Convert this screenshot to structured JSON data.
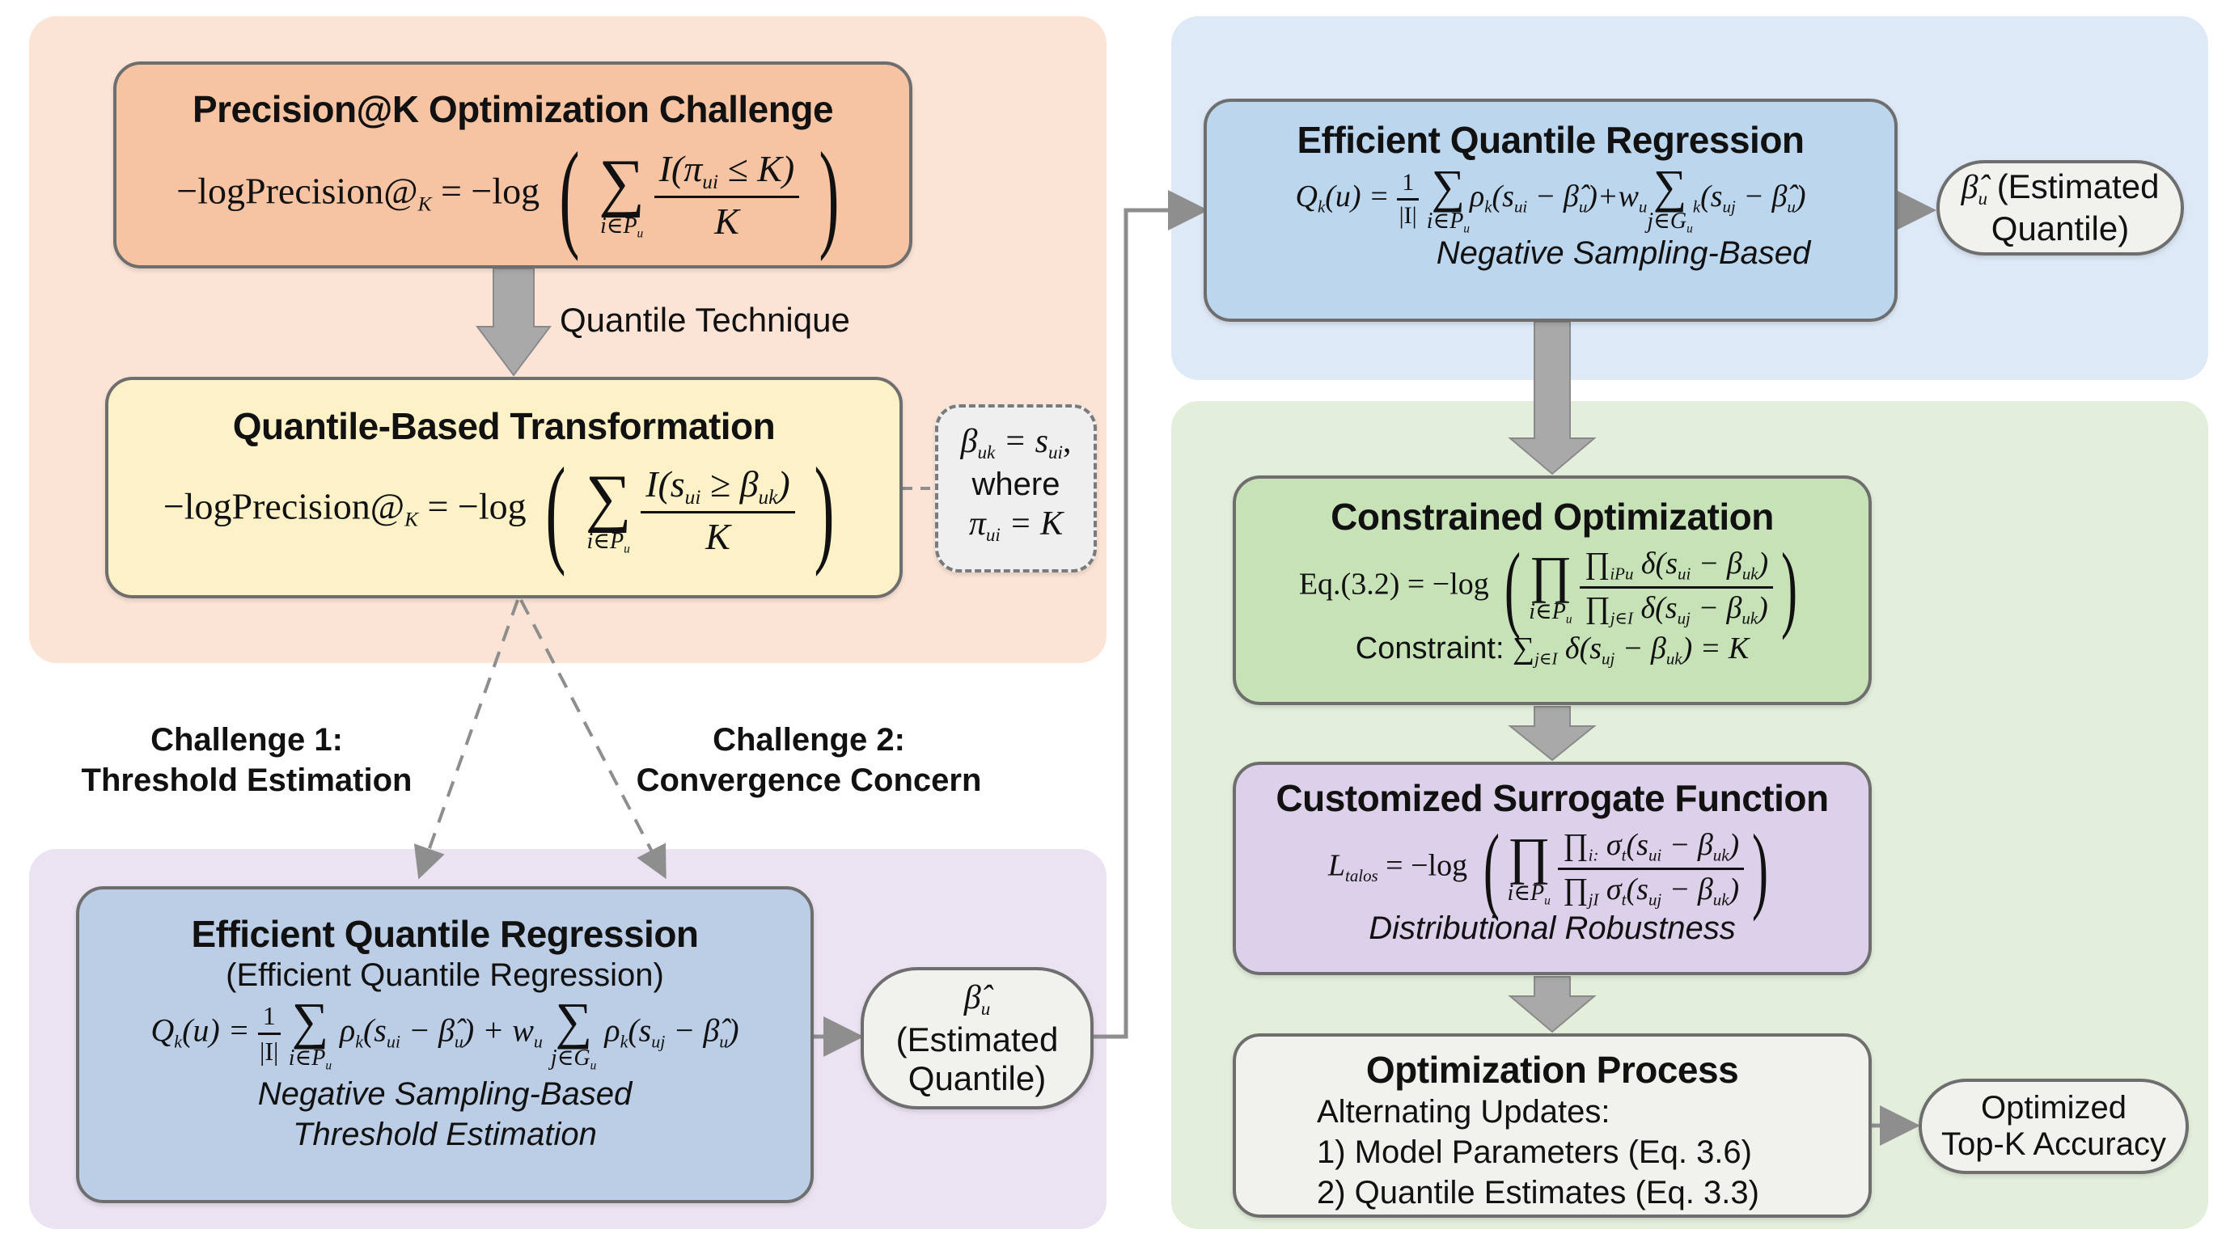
{
  "colors": {
    "panel_orange": "#fbe4d6",
    "panel_blue": "#dde9f6",
    "panel_purple": "#ebe2f2",
    "panel_green": "#e3eedb",
    "box_orange": "#f6c3a3",
    "box_yellow": "#fdf1c8",
    "box_blue": "#bccde6",
    "box_blue_right": "#bcd6ee",
    "box_green": "#c8e2b8",
    "box_purple": "#dcd0ea",
    "box_gray": "#f1f1ee",
    "arrow_gray": "#a9a9a9"
  },
  "precision_box": {
    "title": "Precision@K Optimization Challenge",
    "lhs": "−logPrecision@",
    "lhs_sub": "K",
    "eq": " = −log",
    "sum_limit": "i∈P",
    "sum_limit_sub": "u",
    "numerator": "I(π",
    "numerator_sub": "ui",
    "numerator_rest": " ≤ K)",
    "denominator": "K"
  },
  "arrow_label": "Quantile Technique",
  "quantile_box": {
    "title": "Quantile-Based Transformation",
    "lhs": "−logPrecision@",
    "lhs_sub": "K",
    "eq": " = −log",
    "sum_limit": "i∈P",
    "sum_limit_sub": "u",
    "numerator": "I(s",
    "numerator_sub": "ui",
    "numerator_mid": " ≥ β",
    "numerator_sub2": "uk",
    "numerator_rest": ")",
    "denominator": "K"
  },
  "note_box": {
    "line1_a": "β",
    "line1_a_sub": "uk",
    "line1_b": " = s",
    "line1_b_sub": "ui",
    "line1_c": ",",
    "line2": "where",
    "line3_a": "π",
    "line3_a_sub": "ui",
    "line3_b": " = K"
  },
  "challenges": [
    {
      "line1": "Challenge 1:",
      "line2": "Threshold Estimation"
    },
    {
      "line1": "Challenge 2:",
      "line2": "Convergence Concern"
    }
  ],
  "eqr_left": {
    "title": "Efficient Quantile Regression",
    "subtitle": "(Efficient Quantile Regression)",
    "formula": {
      "lhs": "Q",
      "lhs_sub": "k",
      "lhs_arg": "(u) = ",
      "frac_num": "1",
      "frac_den": "|I|",
      "sum1_limit": "i∈P",
      "sum1_limit_sub": "u",
      "term1": "ρ",
      "term1_sub": "k",
      "term1_arg": "(s",
      "term1_arg_sub": "ui",
      "term1_tail": " − β̂",
      "term1_tail_sub": "u",
      "term1_close": ")",
      "plus": " + w",
      "plus_sub": "u",
      "sum2_limit": "j∈G",
      "sum2_limit_sub": "u",
      "term2": "ρ",
      "term2_sub": "k",
      "term2_arg": "(s",
      "term2_arg_sub": "uj",
      "term2_tail": " − β̂",
      "term2_tail_sub": "u",
      "term2_close": ")"
    },
    "caption_line1": "Negative Sampling-Based",
    "caption_line2": "Threshold Estimation"
  },
  "estimated_left": {
    "symbol": "β̂",
    "symbol_sub": "u",
    "line1": "(Estimated",
    "line2": "Quantile)"
  },
  "eqr_right": {
    "title": "Efficient Quantile Regression",
    "formula": {
      "lhs": "Q",
      "lhs_sub": "k",
      "lhs_arg": "(u) = ",
      "frac_num": "1",
      "frac_den": "|I|",
      "sum1_limit": "i∈P",
      "sum1_limit_sub": "u",
      "term1": "ρ",
      "term1_sub": "k",
      "term1_arg": "(s",
      "term1_arg_sub": "ui",
      "term1_tail": " − β̂",
      "term1_tail_sub": "u",
      "term1_close": ")",
      "plus": "+w",
      "plus_sub": "u",
      "sum2_limit": "j∈G",
      "sum2_limit_sub": "u",
      "term2": "",
      "term2_sub": "k",
      "term2_arg": "(s",
      "term2_arg_sub": "uj",
      "term2_tail": " − β̂",
      "term2_tail_sub": "u",
      "term2_close": ")"
    },
    "caption": "Negative Sampling-Based"
  },
  "estimated_right": {
    "symbol": "β̂",
    "symbol_sub": "u",
    "line1": " (Estimated",
    "line2": "Quantile)"
  },
  "constrained_box": {
    "title": "Constrained Optimization",
    "lhs": "Eq.(3.2) = −log",
    "prod_limit": "i∈P",
    "prod_limit_sub": "u",
    "num_a": "∏",
    "num_a_sub": "iP",
    "num_a_sub2": "u",
    "num_b": " δ(s",
    "num_b_sub": "ui",
    "num_c": " − β",
    "num_c_sub": "uk",
    "num_d": ")",
    "den_a": "∏",
    "den_a_sub": "j∈I",
    "den_b": " δ(s",
    "den_b_sub": "uj",
    "den_c": " − β",
    "den_c_sub": "uk",
    "den_d": ")",
    "constraint_label": "Constraint: ",
    "constraint_sum": "∑",
    "constraint_sum_sub": "j∈I",
    "constraint_b": " δ(s",
    "constraint_b_sub": "uj",
    "constraint_c": " − β",
    "constraint_c_sub": "uk",
    "constraint_d": ") = K"
  },
  "surrogate_box": {
    "title": "Customized Surrogate Function",
    "lhs": "L",
    "lhs_sub": "talos",
    "eq": " = −log",
    "prod_limit": "i∈P",
    "prod_limit_sub": "u",
    "num_a": "∏",
    "num_a_sub": "i:",
    "num_b": " σ",
    "num_b_sub": "t",
    "num_c": "(s",
    "num_c_sub": "ui",
    "num_d": " − β",
    "num_d_sub": "uk",
    "num_e": ")",
    "den_a": "∏",
    "den_a_sub": "jI",
    "den_b": " σ",
    "den_b_sub": "t",
    "den_c": "(s",
    "den_c_sub": "uj",
    "den_d": " − β",
    "den_d_sub": "uk",
    "den_e": ")",
    "caption": "Distributional Robustness"
  },
  "optimization_box": {
    "title": "Optimization Process",
    "lines": [
      "Alternating Updates:",
      "1) Model Parameters (Eq. 3.6)",
      "2) Quantile Estimates (Eq. 3.3)"
    ]
  },
  "output_pill": {
    "line1": "Optimized",
    "line2": "Top-K Accuracy"
  }
}
